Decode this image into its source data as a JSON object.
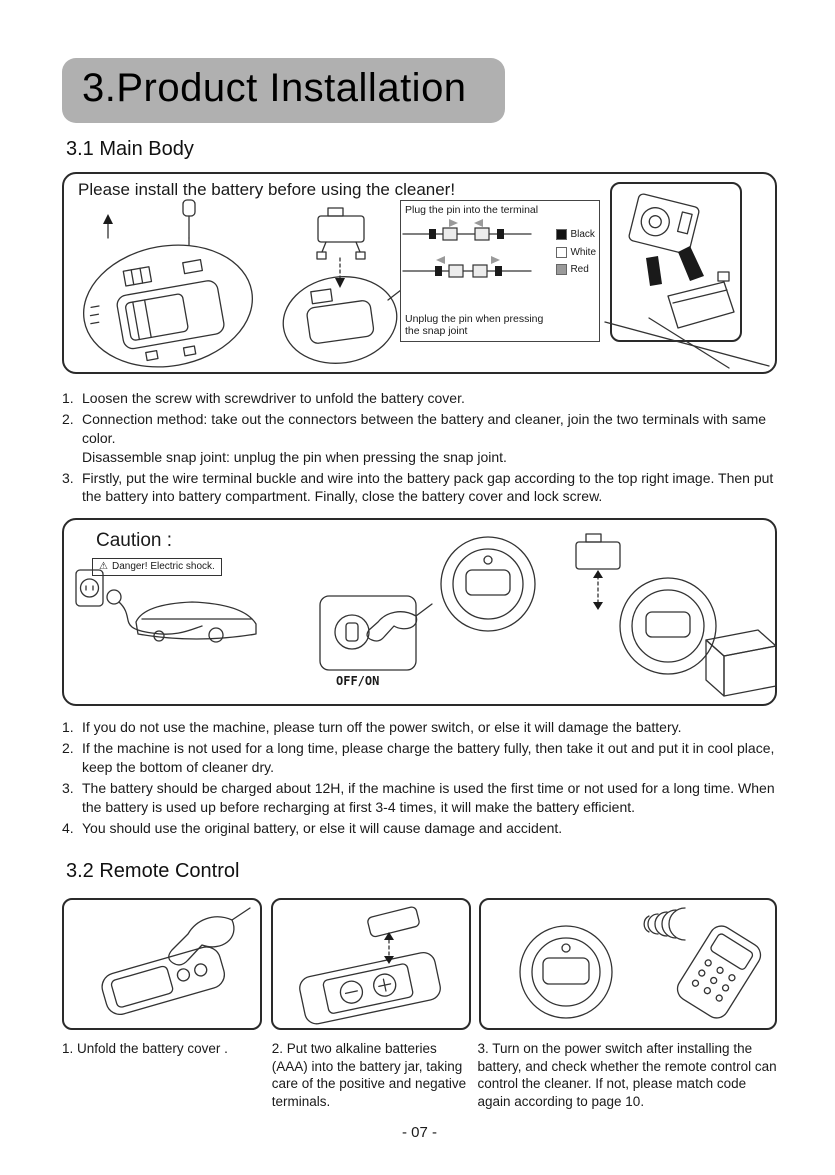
{
  "title_banner": "3.Product Installation",
  "sections": {
    "main_body": {
      "heading": "3.1 Main Body",
      "box_header": "Please install the battery before using the cleaner!",
      "connector_box": {
        "plug_label": "Plug the pin into the terminal",
        "unplug_label": "Unplug the pin when pressing the snap joint",
        "legend": [
          {
            "label": "Black",
            "color": "#111111"
          },
          {
            "label": "White",
            "color": "#ffffff"
          },
          {
            "label": "Red",
            "color": "#9a9a9a"
          }
        ]
      },
      "steps": [
        {
          "num": "1.",
          "text": "Loosen the screw with screwdriver to unfold the battery cover."
        },
        {
          "num": "2.",
          "text": "Connection method: take out the connectors between the battery and cleaner, join the two terminals with same color.\nDisassemble snap joint: unplug the pin when pressing the snap joint."
        },
        {
          "num": "3.",
          "text": "Firstly, put the wire terminal buckle and wire into the battery pack gap according to the top right image. Then put the battery into battery compartment. Finally, close the battery cover and lock screw."
        }
      ]
    },
    "caution": {
      "heading": "Caution :",
      "warning_icon": "⚠",
      "danger_label": "Danger! Electric shock.",
      "switch_label": "OFF/ON",
      "steps": [
        {
          "num": "1.",
          "text": "If you do not use the machine, please turn off the power switch, or else it will damage the battery."
        },
        {
          "num": "2.",
          "text": "If the machine is not used for a long time, please charge the battery fully, then take it out and put it in cool place, keep the bottom of cleaner dry."
        },
        {
          "num": "3.",
          "text": "The battery should be charged about 12H, if the machine is used the first time or not used for a long time. When the battery is used up before recharging at first 3-4 times, it will make the battery efficient."
        },
        {
          "num": "4.",
          "text": "You should use the original battery, or else it will cause damage and accident."
        }
      ]
    },
    "remote": {
      "heading": "3.2 Remote Control",
      "captions": [
        "1. Unfold the battery cover .",
        "2. Put two alkaline batteries (AAA) into the battery jar, taking care of the positive and negative terminals.",
        "3. Turn on the power switch after installing the battery, and check whether the remote control can control the cleaner. If not, please match code again according to page 10."
      ]
    }
  },
  "footer": {
    "page_number": "- 07 -"
  }
}
